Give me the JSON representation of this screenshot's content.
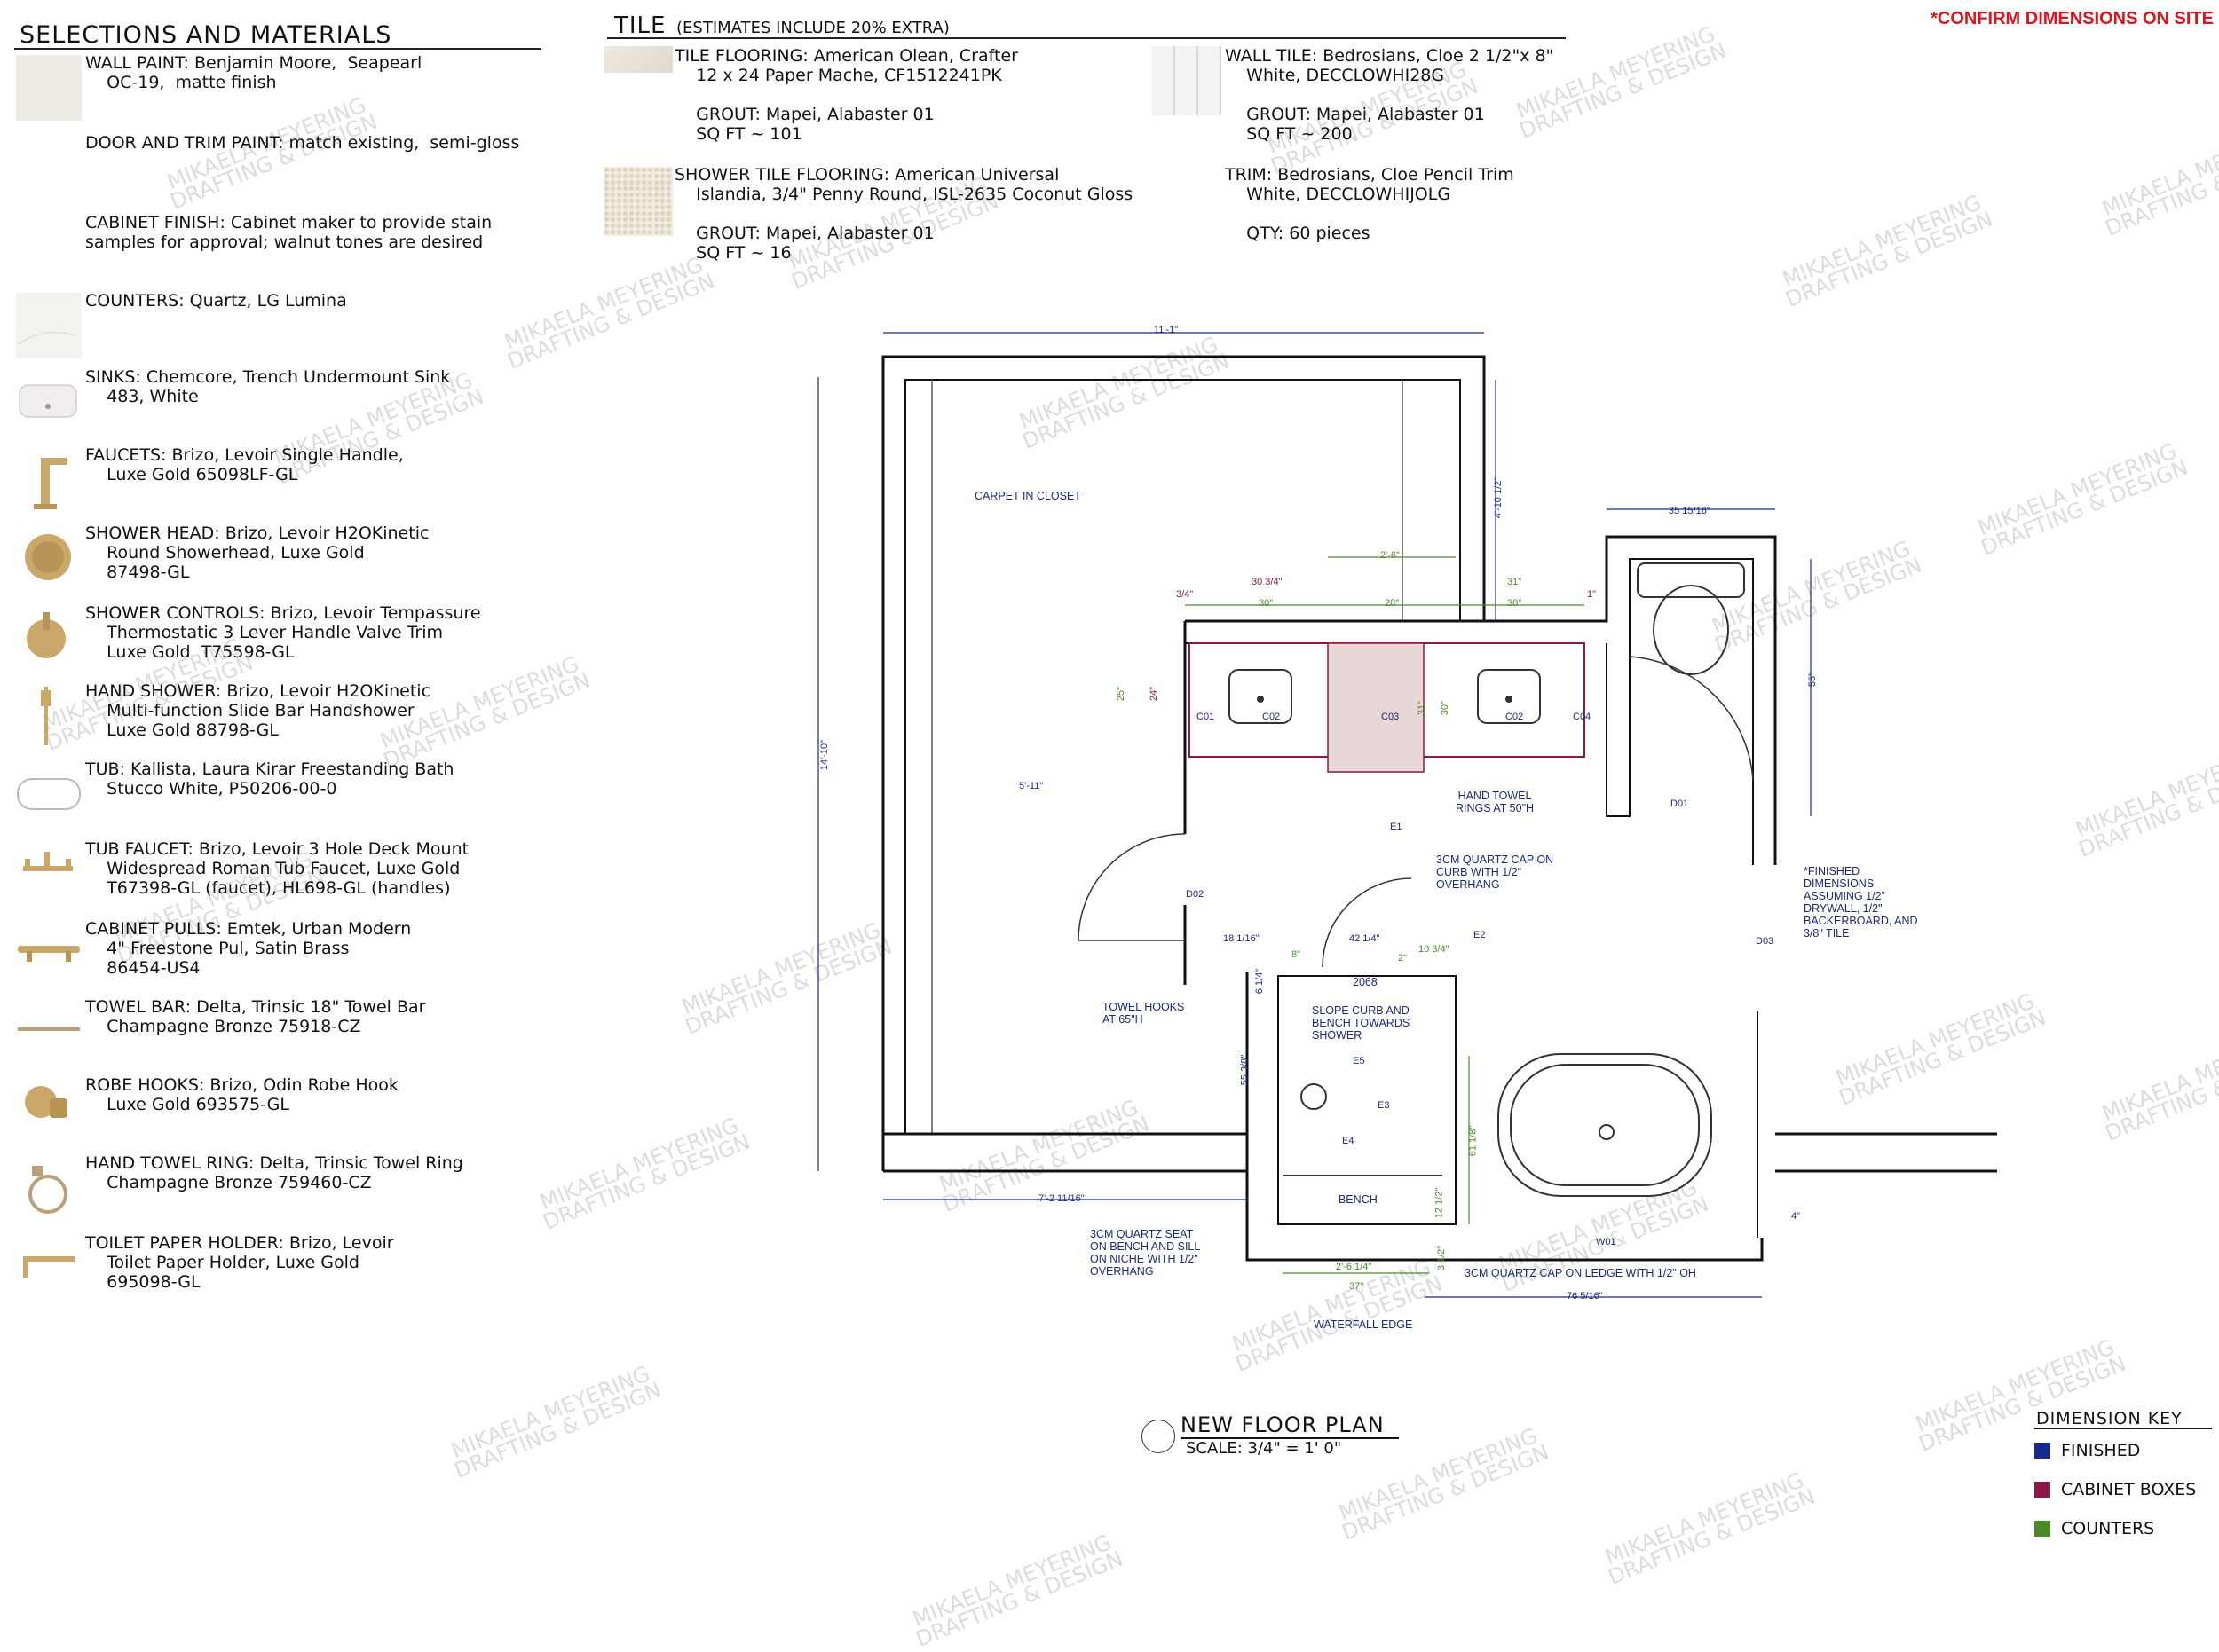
{
  "header": {
    "selections_title": "SELECTIONS AND MATERIALS",
    "tile_title": "TILE",
    "tile_note": "(ESTIMATES INCLUDE 20% EXTRA)",
    "confirm": "*CONFIRM DIMENSIONS ON SITE"
  },
  "selections": [
    {
      "icon": "paint-swatch",
      "lines": "WALL PAINT: Benjamin Moore,  Seapearl\n    OC-19,  matte finish"
    },
    {
      "icon": "none",
      "lines": "DOOR AND TRIM PAINT: match existing,  semi-gloss"
    },
    {
      "icon": "none",
      "lines": "CABINET FINISH: Cabinet maker to provide stain\nsamples for approval; walnut tones are desired"
    },
    {
      "icon": "quartz-swatch",
      "lines": "COUNTERS: Quartz, LG Lumina"
    },
    {
      "icon": "sink",
      "lines": "SINKS: Chemcore, Trench Undermount Sink\n    483, White"
    },
    {
      "icon": "faucet",
      "lines": "FAUCETS: Brizo, Levoir Single Handle,\n    Luxe Gold 65098LF-GL"
    },
    {
      "icon": "shower-head",
      "lines": "SHOWER HEAD: Brizo, Levoir H2OKinetic\n    Round Showerhead, Luxe Gold\n    87498-GL"
    },
    {
      "icon": "shower-controls",
      "lines": "SHOWER CONTROLS: Brizo, Levoir Tempassure\n    Thermostatic 3 Lever Handle Valve Trim\n    Luxe Gold  T75598-GL"
    },
    {
      "icon": "hand-shower",
      "lines": "HAND SHOWER: Brizo, Levoir H2OKinetic\n    Multi-function Slide Bar Handshower\n    Luxe Gold 88798-GL"
    },
    {
      "icon": "tub",
      "lines": "TUB: Kallista, Laura Kirar Freestanding Bath\n    Stucco White, P50206-00-0"
    },
    {
      "icon": "tub-faucet",
      "lines": "TUB FAUCET: Brizo, Levoir 3 Hole Deck Mount\n    Widespread Roman Tub Faucet, Luxe Gold\n    T67398-GL (faucet), HL698-GL (handles)"
    },
    {
      "icon": "cabinet-pull",
      "lines": "CABINET PULLS: Emtek, Urban Modern\n    4\" Freestone Pul, Satin Brass\n    86454-US4"
    },
    {
      "icon": "towel-bar",
      "lines": "TOWEL BAR: Delta, Trinsic 18\" Towel Bar\n    Champagne Bronze 75918-CZ"
    },
    {
      "icon": "robe-hook",
      "lines": "ROBE HOOKS: Brizo, Odin Robe Hook\n    Luxe Gold 693575-GL"
    },
    {
      "icon": "towel-ring",
      "lines": "HAND TOWEL RING: Delta, Trinsic Towel Ring\n    Champagne Bronze 759460-CZ"
    },
    {
      "icon": "tp-holder",
      "lines": "TOILET PAPER HOLDER: Brizo, Levoir\n    Toilet Paper Holder, Luxe Gold\n    695098-GL"
    }
  ],
  "tile": {
    "flooring": "TILE FLOORING: American Olean, Crafter\n    12 x 24 Paper Mache, CF1512241PK\n\n    GROUT: Mapei, Alabaster 01\n    SQ FT ~ 101",
    "shower": "SHOWER TILE FLOORING: American Universal\n    Islandia, 3/4\" Penny Round, ISL-2635 Coconut Gloss\n\n    GROUT: Mapei, Alabaster 01\n    SQ FT ~ 16",
    "wall": "WALL TILE: Bedrosians, Cloe 2 1/2\"x 8\"\n    White, DECCLOWHI28G\n\n    GROUT: Mapei, Alabaster 01\n    SQ FT ~ 200",
    "trim": "TRIM: Bedrosians, Cloe Pencil Trim\n    White, DECCLOWHIJOLG\n\n    QTY: 60 pieces"
  },
  "plan": {
    "notes": {
      "carpet": "CARPET IN CLOSET",
      "towel_rings": "HAND TOWEL\nRINGS AT 50\"H",
      "quartz_cap": "3CM QUARTZ CAP ON\nCURB WITH 1/2\"\nOVERHANG",
      "finished": "*FINISHED\nDIMENSIONS\nASSUMING 1/2\"\nDRYWALL, 1/2\"\nBACKERBOARD, AND\n3/8\" TILE",
      "towel_hooks": "TOWEL HOOKS\nAT 65\"H",
      "slope": "SLOPE CURB AND\nBENCH TOWARDS\nSHOWER",
      "bench": "BENCH",
      "seat": "3CM QUARTZ SEAT\nON BENCH AND SILL\nON NICHE WITH 1/2\"\nOVERHANG",
      "ledge": "3CM QUARTZ CAP ON LEDGE WITH 1/2\" OH",
      "waterfall": "WATERFALL EDGE",
      "door_size": "2068"
    },
    "tags": {
      "c01": "C01",
      "c02a": "C02",
      "c03": "C03",
      "c02b": "C02",
      "c04": "C04",
      "d01": "D01",
      "d02": "D02",
      "d03": "D03",
      "w01": "W01",
      "e1": "E1",
      "e2": "E2",
      "e3": "E3",
      "e4": "E4",
      "e5": "E5"
    },
    "dims_blue": {
      "top": "11'-1\"",
      "left": "14'-10\"",
      "closet_height": "4'-10 1/2\"",
      "wc_width": "35 15/16\"",
      "wc_height": "55\"",
      "closet_w": "5'-11\"",
      "bottom": "7'-2 11/16\"",
      "d18": "18 1/16\"",
      "d42": "42 1/4\"",
      "d6": "6 1/4\"",
      "d55": "55 3/8\"",
      "d76": "76 5/16\"",
      "d4": "4\""
    },
    "dims_green": {
      "g26": "2'-6\"",
      "g25": "25\"",
      "g30a": "30\"",
      "g28": "28\"",
      "g30b": "30\"",
      "g31": "31\"",
      "g31v": "31\"",
      "g30v": "30\"",
      "g10": "10 3/4\"",
      "g8": "8\"",
      "g2": "2\"",
      "g61": "61 1/8\"",
      "g12": "12 1/2\"",
      "g3": "3 1/2\"",
      "g2_6": "2'-6 1/4\"",
      "g37": "37\""
    },
    "dims_red": {
      "r34": "3/4\"",
      "r30": "30 3/4\"",
      "r24": "24\"",
      "r1": "1\""
    }
  },
  "floor_plan": {
    "title": "NEW FLOOR PLAN",
    "scale": "SCALE: 3/4\" = 1' 0\""
  },
  "dimension_key": {
    "title": "DIMENSION KEY",
    "rows": [
      {
        "label": "FINISHED",
        "color": "#1a2a8a"
      },
      {
        "label": "CABINET BOXES",
        "color": "#8a1a4a"
      },
      {
        "label": "COUNTERS",
        "color": "#4a8a2a"
      }
    ]
  },
  "watermark": "MIKAELA MEYERING\nDRAFTING & DESIGN"
}
